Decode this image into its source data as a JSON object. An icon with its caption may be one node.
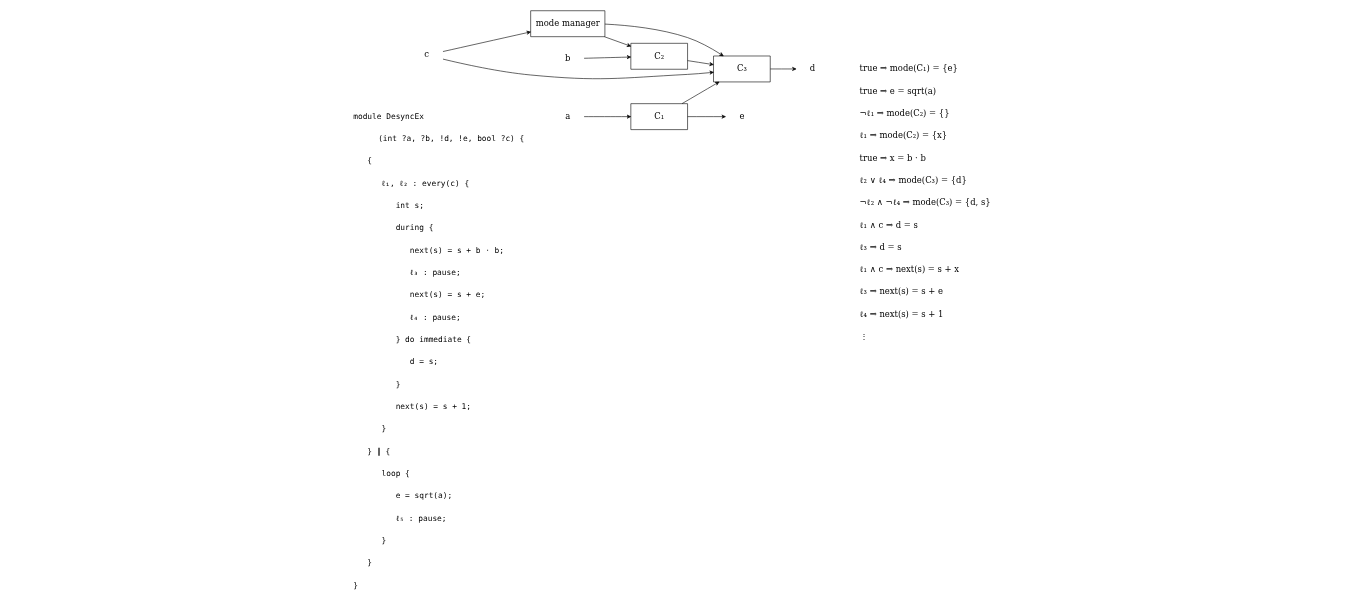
{
  "diagram": {
    "nodes": [
      {
        "text": [
          "a"
        ]
      },
      {
        "text": [
          "C₁"
        ]
      },
      {
        "text": [
          "e"
        ]
      },
      {
        "text": [
          "b"
        ]
      },
      {
        "text": [
          "C₂"
        ]
      },
      {
        "text": [
          "C₃"
        ]
      },
      {
        "text": [
          "d"
        ]
      },
      {
        "text": [
          "c"
        ]
      },
      {
        "text": [
          "mode manager"
        ]
      }
    ],
    "edges": [
      {
        "from": 0,
        "to": 1,
        "arrow": "to"
      },
      {
        "from": 1,
        "to": 2,
        "arrow": "to"
      },
      {
        "from": 1,
        "to": 5,
        "arrow": "to"
      },
      {
        "from": 3,
        "to": 4,
        "arrow": "to"
      },
      {
        "from": 4,
        "to": 5,
        "arrow": "to"
      },
      {
        "from": 8,
        "to": 4,
        "arrow": "to"
      },
      {
        "from": 8,
        "to": 5,
        "arrow": "to"
      },
      {
        "from": 7,
        "to": 5,
        "arrow": "to"
      },
      {
        "from": 7,
        "to": 8,
        "arrow": "to"
      },
      {
        "from": 5,
        "to": 6,
        "arrow": "to"
      }
    ],
    "labels": [
      "module DesyncEx",
      "(int ?a, ?b, !d, !e, bool ?c) {",
      "{",
      "ℓ₁, ℓ₂ : every(c) {",
      "int s;",
      "during {",
      "next(s) = s + b · b;",
      "ℓ₃ : pause;",
      "next(s) = s + e;",
      "ℓ₄ : pause;",
      "} do immediate {",
      "d = s;",
      "}",
      "next(s) = s + 1;",
      "}",
      "} ∥ {",
      "loop {",
      "e = sqrt(a);",
      "ℓ₅ : pause;",
      "}",
      "}",
      "}",
      "true ⇒ mode(C₁) = {e}",
      "true ⇒ e = sqrt(a)",
      "¬ℓ₁ ⇒ mode(C₂) = {}",
      "ℓ₁ ⇒ mode(C₂) = {x}",
      "true ⇒ x = b · b",
      "ℓ₂ ∨ ℓ₄ ⇒ mode(C₃) = {d}",
      "¬ℓ₂ ∧ ¬ℓ₄ ⇒ mode(C₃) = {d, s}",
      "ℓ₁ ∧ c ⇒ d = s",
      "ℓ₃ ⇒ d = s",
      "ℓ₁ ∧ c ⇒ next(s) = s + x",
      "ℓ₃ ⇒ next(s) = s + e",
      "ℓ₄ ⇒ next(s) = s + 1",
      "⋮"
    ]
  }
}
